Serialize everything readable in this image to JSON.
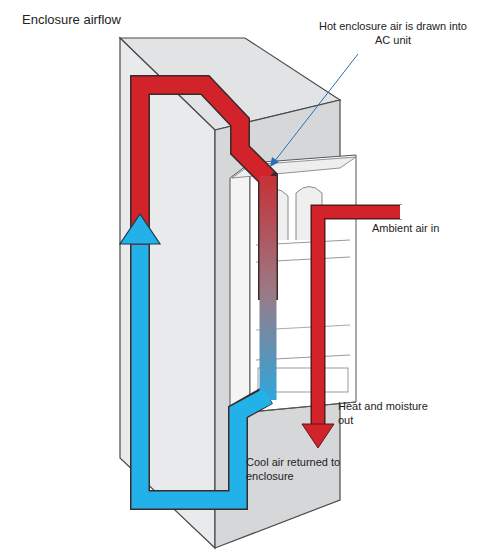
{
  "diagram": {
    "title": "Enclosure airflow",
    "labels": [
      "Hot enclosure air is drawn into AC unit",
      "Ambient air in",
      "Heat and moisture out",
      "Cool air returned to enclosure"
    ]
  }
}
